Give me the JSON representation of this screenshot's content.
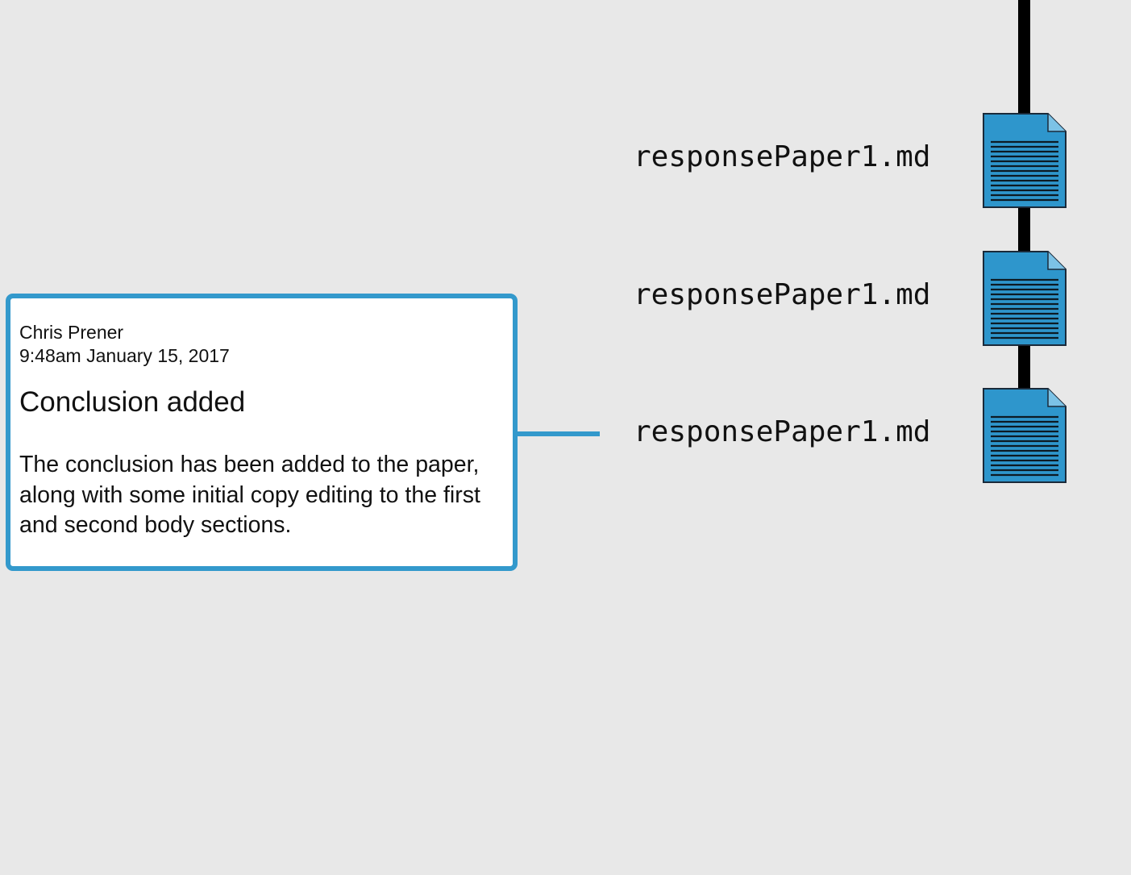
{
  "timeline": {
    "line_color": "#000000",
    "file_icon_color": "#3399cc",
    "files": [
      {
        "label": "responsePaper1.md",
        "icon": "document-icon"
      },
      {
        "label": "responsePaper1.md",
        "icon": "document-icon"
      },
      {
        "label": "responsePaper1.md",
        "icon": "document-icon"
      }
    ]
  },
  "commit": {
    "author": "Chris Prener",
    "timestamp": "9:48am January 15, 2017",
    "title": "Conclusion added",
    "body": "The conclusion has been added to the paper, along with some initial copy editing to the first and second body sections.",
    "border_color": "#3399cc"
  }
}
